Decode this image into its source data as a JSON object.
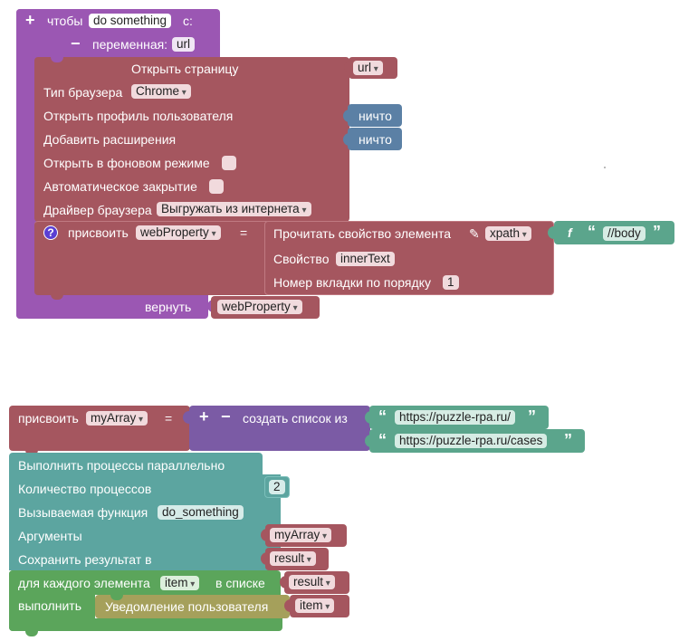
{
  "colors": {
    "procedure": "#9b57b3",
    "open_page": "#a5565f",
    "field_bg": "#f1dadd",
    "null_block": "#5b80a5",
    "text_block": "#5ba58c",
    "list_block": "#7b5ba5",
    "parallel": "#5ca5a0",
    "loop": "#5ba55b",
    "notify": "#a5a05b",
    "help_icon": "#5a3fd3"
  },
  "top": {
    "procedure": {
      "add_icon": "+",
      "label": "чтобы",
      "name": "do something",
      "suffix": "с:",
      "minus_icon": "−",
      "param_label": "переменная:",
      "param_value": "url",
      "return_label": "вернуть",
      "return_value": "webProperty"
    },
    "open_page": {
      "title": "Открыть страницу",
      "url_var": "url",
      "browser_type_label": "Тип браузера",
      "browser_type_value": "Chrome",
      "profile_label": "Открыть профиль пользователя",
      "profile_value": "ничто",
      "extensions_label": "Добавить расширения",
      "extensions_value": "ничто",
      "background_label": "Открыть в фоновом режиме",
      "autoclose_label": "Автоматическое закрытие",
      "driver_label": "Драйвер браузера",
      "driver_value": "Выгружать из интернета"
    },
    "assign": {
      "help_icon": "?",
      "label": "присвоить",
      "variable": "webProperty",
      "op": "=",
      "read_label": "Прочитать свойство элемента",
      "edit_icon": "✎",
      "selector_type": "xpath",
      "f_label": "f",
      "selector_value": "//body",
      "property_label": "Свойство",
      "property_value": "innerText",
      "tab_label": "Номер вкладки по порядку",
      "tab_value": "1"
    }
  },
  "bottom": {
    "assign": {
      "label": "присвоить",
      "variable": "myArray",
      "op": "=",
      "plus": "+",
      "minus": "−",
      "create_list_label": "создать список из",
      "items": [
        "https://puzzle-rpa.ru/",
        "https://puzzle-rpa.ru/cases"
      ]
    },
    "parallel": {
      "title": "Выполнить процессы параллельно",
      "count_label": "Количество процессов",
      "count_value": "2",
      "func_label": "Вызываемая функция",
      "func_value": "do_something",
      "args_label": "Аргументы",
      "args_value": "myArray",
      "save_label": "Сохранить результат в",
      "save_value": "result"
    },
    "loop": {
      "label": "для каждого элемента",
      "item_var": "item",
      "in_list_label": "в списке",
      "list_var": "result",
      "do_label": "выполнить"
    },
    "notify": {
      "label": "Уведомление пользователя",
      "value": "item"
    }
  }
}
